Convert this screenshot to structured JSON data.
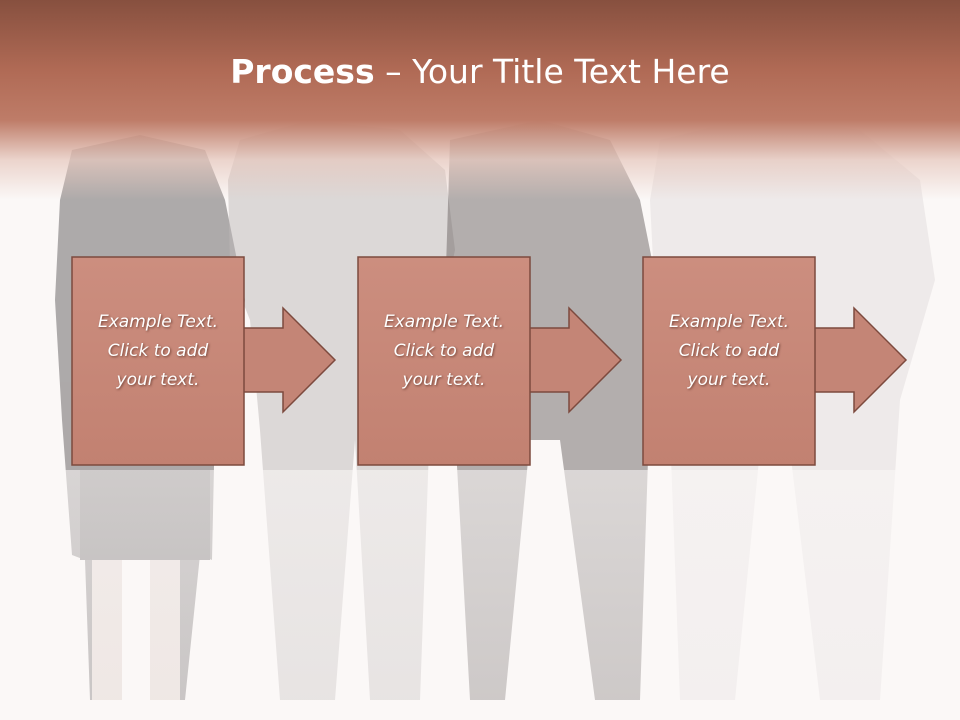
{
  "slide": {
    "title": {
      "bold": "Process",
      "separator": "–",
      "rest": "Your Title Text Here"
    },
    "steps": [
      {
        "line1": "Example Text.",
        "line2": "Click  to add",
        "line3": "your text."
      },
      {
        "line1": "Example Text.",
        "line2": "Click  to add",
        "line3": "your text."
      },
      {
        "line1": "Example Text.",
        "line2": "Click  to add",
        "line3": "your text."
      }
    ],
    "background": {
      "image": "people-from-behind-figures"
    },
    "colors": {
      "title_band_top": "#87503f",
      "title_band_mid": "#be7c68",
      "box_fill": "#c9897a",
      "box_stroke": "#7d4a3e",
      "arrow_fill": "#c48576"
    }
  }
}
